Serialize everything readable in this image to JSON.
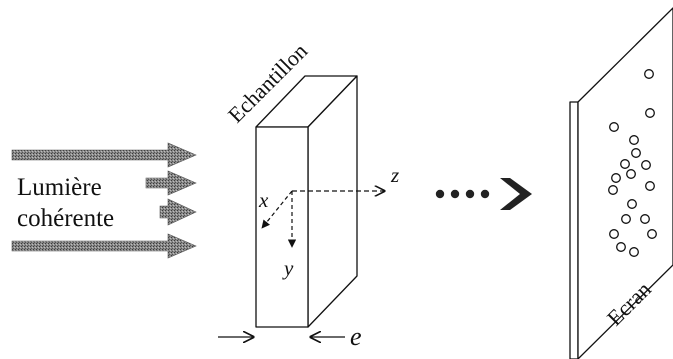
{
  "diagram": {
    "source": {
      "line1": "Lumière",
      "line2": "cohérente"
    },
    "sample": {
      "label": "Echantillon",
      "thickness_label": "e"
    },
    "axes": {
      "x": "x",
      "y": "y",
      "z": "z"
    },
    "screen": {
      "label": "Ecran"
    }
  }
}
